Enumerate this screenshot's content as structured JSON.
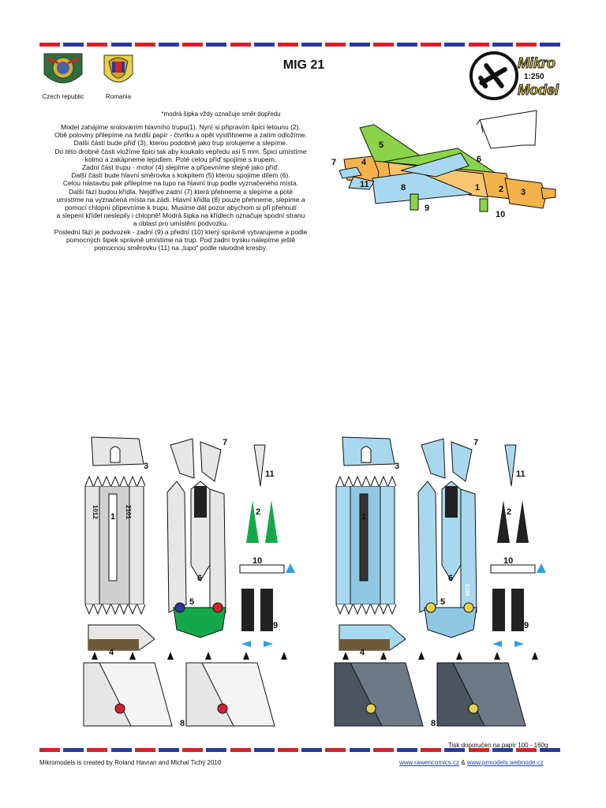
{
  "header": {
    "title": "MIG 21",
    "flags": [
      {
        "caption": "Czech republic"
      },
      {
        "caption": "Romania"
      }
    ],
    "logo": {
      "line1": "Mikro",
      "scale": "1:250",
      "line2": "Model",
      "icon": "airplane-icon"
    }
  },
  "note": "*modrá šipka vždy označuje směr dopředu",
  "instructions": [
    "Model zahájíme srolováním hlavního trupu(1). Nyní si připravím špici letounu (2).",
    "Obě poloviny přilepíme na tvrdší papír - čtvrtku a opět vystřihneme a zatím odložíme.",
    "Další částí bude příď (3), kterou podobně jako trup srolujeme a slepíme.",
    "Do této drobné části vložíme špici tak aby koukalo vepředu asi 5 mm. Špici umístíme",
    "kolmo a zakápneme lepidlem. Poté celou příď spojíme s trupem.",
    "Zadní část trupu - motor (4) slepíme a připevníme stejně jako příď.",
    "Další částí bude hlavní směrovka s kokpitem (5) kterou spojíme dílem (6).",
    "Celou nástavbu pak přilepíme na tupo na hlavní trup podle vyznačeného místa.",
    "Další fází budou křídla. Nejdříve zadní (7) která přehneme a slepíme a poté",
    "umístíme na vyznačená místa na zádi. Hlavní křídla (8) pouze přehneme, slepíme a",
    "pomocí chlopní připevníme k trupu. Musíme dát pozor abychom si při přehnutí",
    "a slepení křídel neslepily i chlopně! Modrá šipka na křídlech označuje spodní stranu",
    "a oblast pro umístění podvozku.",
    "Poslední fází je podvozek - zadní (9) a přední (10) který správně vytvarujeme a podle",
    "pomocných šipek správně umístíme na trup. Pod zadní trysku nalepíme ještě",
    "pomocnou směrovku (11) na „tupo“ podle návodné kresby."
  ],
  "diagram_labels": [
    "5",
    "6",
    "7",
    "4",
    "11",
    "8",
    "1",
    "2",
    "3",
    "9",
    "10"
  ],
  "sheet_labels": [
    "3",
    "7",
    "11",
    "1",
    "2",
    "6",
    "10",
    "5",
    "9",
    "4",
    "8"
  ],
  "decal_texts": {
    "left": "1012",
    "left2": "2101",
    "right": "5105"
  },
  "print_note": "Tisk doporučen na papír 100 - 160g",
  "footer": {
    "credits": "Mikromodels is created by Roland Havran and Michal Tichý 2010",
    "link1": "www.rawencomics.cz",
    "sep": " & ",
    "link2": "www.prmodels.webnode.cz"
  },
  "colors": {
    "red": "#d8202a",
    "blue": "#2a3a9c",
    "green": "#15a84a",
    "lightblue": "#a8d8ef",
    "grey": "#d4d4d4",
    "darkgrey": "#4a5560"
  }
}
